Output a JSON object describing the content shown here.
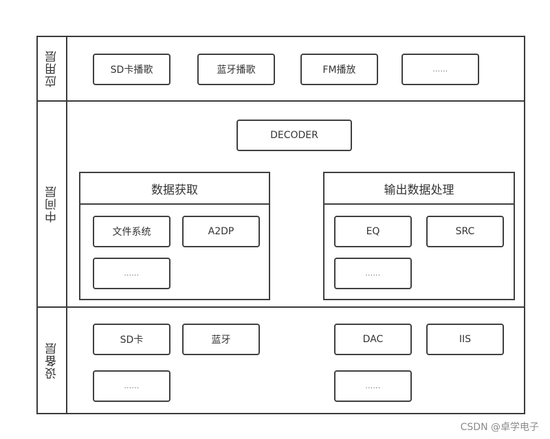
{
  "layers": {
    "app": {
      "label": "应用层",
      "items": [
        "SD卡播歌",
        "蓝牙播歌",
        "FM播放",
        "......"
      ]
    },
    "middle": {
      "label": "中间层",
      "decoder": "DECODER",
      "data_acquire": {
        "title": "数据获取",
        "items": [
          "文件系统",
          "A2DP",
          "......"
        ]
      },
      "output_process": {
        "title": "输出数据处理",
        "items": [
          "EQ",
          "SRC",
          "......"
        ]
      }
    },
    "device": {
      "label": "设备层",
      "items": [
        "SD卡",
        "蓝牙",
        "DAC",
        "IIS",
        "......",
        "......"
      ]
    }
  },
  "watermark": "CSDN @卓学电子"
}
